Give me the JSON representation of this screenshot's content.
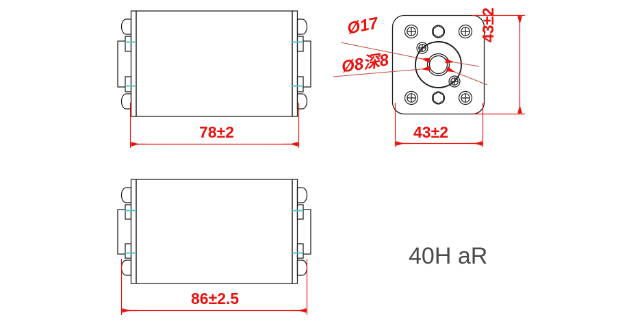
{
  "drawing": {
    "title": "40H aR",
    "colors": {
      "dimension": "#e8120f",
      "outline": "#1a1a1a",
      "hatch": "#55c8c8",
      "label": "#4a4a4a",
      "background": "#ffffff"
    },
    "views": [
      {
        "name": "top-side-elevation",
        "dimension_label": "78±2",
        "dimension_value": 78,
        "dimension_tolerance": 2,
        "dimension_unit": "mm"
      },
      {
        "name": "bottom-side-elevation",
        "dimension_label": "86±2.5",
        "dimension_value": 86,
        "dimension_tolerance": 2.5,
        "dimension_unit": "mm"
      },
      {
        "name": "front-end-view",
        "width_label": "43±2",
        "height_label": "43±2",
        "bore_label": "Ø17",
        "hole_label": "Ø8深8"
      }
    ],
    "annotations": {
      "bore": "Ø17",
      "hole": "Ø8深8",
      "flange_width": "43±2",
      "flange_height": "43±2",
      "body_length_top": "78±2",
      "body_length_bottom": "86±2.5",
      "part_name": "40H aR"
    }
  }
}
